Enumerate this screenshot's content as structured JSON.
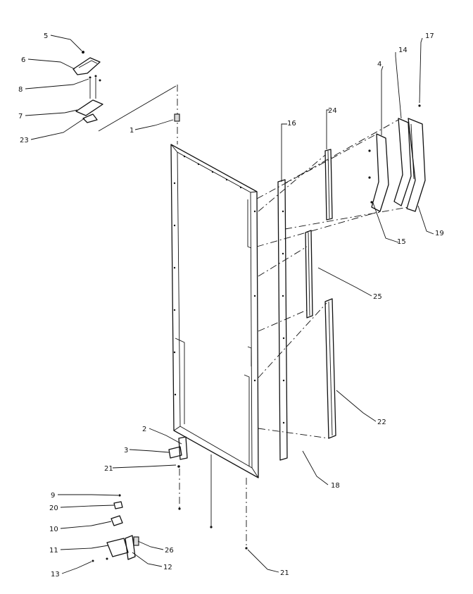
{
  "callouts": [
    {
      "id": "c5",
      "text": "5"
    },
    {
      "id": "c6",
      "text": "6"
    },
    {
      "id": "c8",
      "text": "8"
    },
    {
      "id": "c7",
      "text": "7"
    },
    {
      "id": "c23",
      "text": "23"
    },
    {
      "id": "c1",
      "text": "1"
    },
    {
      "id": "c16a",
      "text": "16"
    },
    {
      "id": "c24",
      "text": "24"
    },
    {
      "id": "c4",
      "text": "4"
    },
    {
      "id": "c14",
      "text": "14"
    },
    {
      "id": "c17",
      "text": "17"
    },
    {
      "id": "c15",
      "text": "15"
    },
    {
      "id": "c19",
      "text": "19"
    },
    {
      "id": "c25a",
      "text": "25"
    },
    {
      "id": "c22",
      "text": "22"
    },
    {
      "id": "c18",
      "text": "18"
    },
    {
      "id": "c2",
      "text": "2"
    },
    {
      "id": "c3",
      "text": "3"
    },
    {
      "id": "c21a",
      "text": "21"
    },
    {
      "id": "c9",
      "text": "9"
    },
    {
      "id": "c20",
      "text": "20"
    },
    {
      "id": "c10",
      "text": "10"
    },
    {
      "id": "c11",
      "text": "11"
    },
    {
      "id": "c26",
      "text": "26"
    },
    {
      "id": "c12",
      "text": "12"
    },
    {
      "id": "c13",
      "text": "13"
    },
    {
      "id": "c21b",
      "text": "21"
    }
  ]
}
